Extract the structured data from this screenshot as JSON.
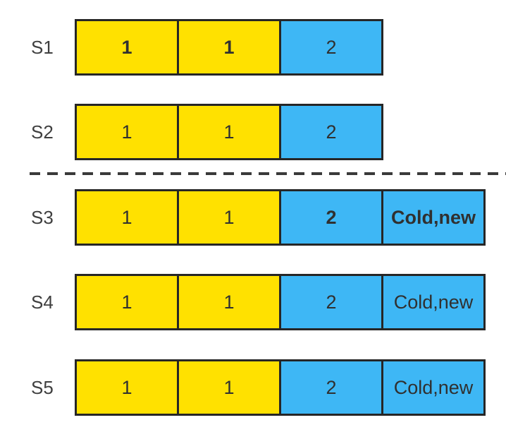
{
  "diagram_title": "cache-states-diagram",
  "colors": {
    "yellow": "#ffe100",
    "blue": "#3eb7f5",
    "border": "#262626",
    "cell_text": "#303030",
    "label_text": "#3f3f3f",
    "dash": "#3a3a3a",
    "background": "#ffffff"
  },
  "divider": {
    "style": "dashed",
    "position": "between S2 and S3"
  },
  "rows": [
    {
      "label": "S1",
      "cells": [
        {
          "text": "1",
          "color": "yellow",
          "bold": true
        },
        {
          "text": "1",
          "color": "yellow",
          "bold": true
        },
        {
          "text": "2",
          "color": "blue",
          "bold": false
        }
      ]
    },
    {
      "label": "S2",
      "cells": [
        {
          "text": "1",
          "color": "yellow",
          "bold": false
        },
        {
          "text": "1",
          "color": "yellow",
          "bold": false
        },
        {
          "text": "2",
          "color": "blue",
          "bold": false
        }
      ]
    },
    {
      "label": "S3",
      "cells": [
        {
          "text": "1",
          "color": "yellow",
          "bold": false
        },
        {
          "text": "1",
          "color": "yellow",
          "bold": false
        },
        {
          "text": "2",
          "color": "blue",
          "bold": true
        },
        {
          "text": "Cold,new",
          "color": "blue",
          "bold": true
        }
      ]
    },
    {
      "label": "S4",
      "cells": [
        {
          "text": "1",
          "color": "yellow",
          "bold": false
        },
        {
          "text": "1",
          "color": "yellow",
          "bold": false
        },
        {
          "text": "2",
          "color": "blue",
          "bold": false
        },
        {
          "text": "Cold,new",
          "color": "blue",
          "bold": false
        }
      ]
    },
    {
      "label": "S5",
      "cells": [
        {
          "text": "1",
          "color": "yellow",
          "bold": false
        },
        {
          "text": "1",
          "color": "yellow",
          "bold": false
        },
        {
          "text": "2",
          "color": "blue",
          "bold": false
        },
        {
          "text": "Cold,new",
          "color": "blue",
          "bold": false
        }
      ]
    }
  ]
}
